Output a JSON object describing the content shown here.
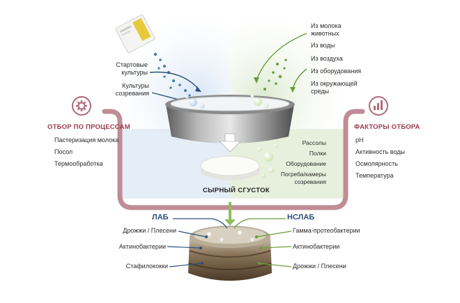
{
  "starter": {
    "starter_cultures": [
      "Стартовые",
      "культуры"
    ],
    "ripening_cultures": [
      "Культуры",
      "созревания"
    ]
  },
  "sources": {
    "items": [
      [
        "Из молока",
        "животных"
      ],
      [
        "Из воды"
      ],
      [
        "Из воздуха"
      ],
      [
        "Из оборудования"
      ],
      [
        "Из окружающей",
        "среды"
      ]
    ]
  },
  "process": {
    "heading": "ОТБОР ПО ПРОЦЕССАМ",
    "items": [
      "Пастеризация молока",
      "Посол",
      "Термообработка"
    ]
  },
  "factors": {
    "heading": "ФАКТОРЫ ОТБОРА",
    "items": [
      "pH",
      "Активность воды",
      "Осмолярность",
      "Температура"
    ]
  },
  "ripening_env": {
    "items": [
      "Рассолы",
      "Полки",
      "Оборудование",
      "Погреба/камеры",
      "созревания"
    ]
  },
  "curd_label": "СЫРНЫЙ СГУСТОК",
  "lab": {
    "title": "ЛАБ",
    "items": [
      "Дрожжи / Плесени",
      "Актинобактерии",
      "Стафилококки"
    ]
  },
  "nslab": {
    "title": "НСЛАБ",
    "items": [
      "Гамма-протеобактерии",
      "Актинобактерии",
      "Дрожжи / Плесени"
    ]
  },
  "colors": {
    "maroon": "#b06a78",
    "blue_bg": "#dde8f4",
    "green_bg": "#e2edd6",
    "navy": "#2d4f7c",
    "green_line": "#6a9a3a"
  },
  "icons": [
    "starter-packet",
    "milk-vat",
    "gear-icon",
    "bar-chart-icon",
    "down-arrow",
    "cheese-wheel"
  ]
}
